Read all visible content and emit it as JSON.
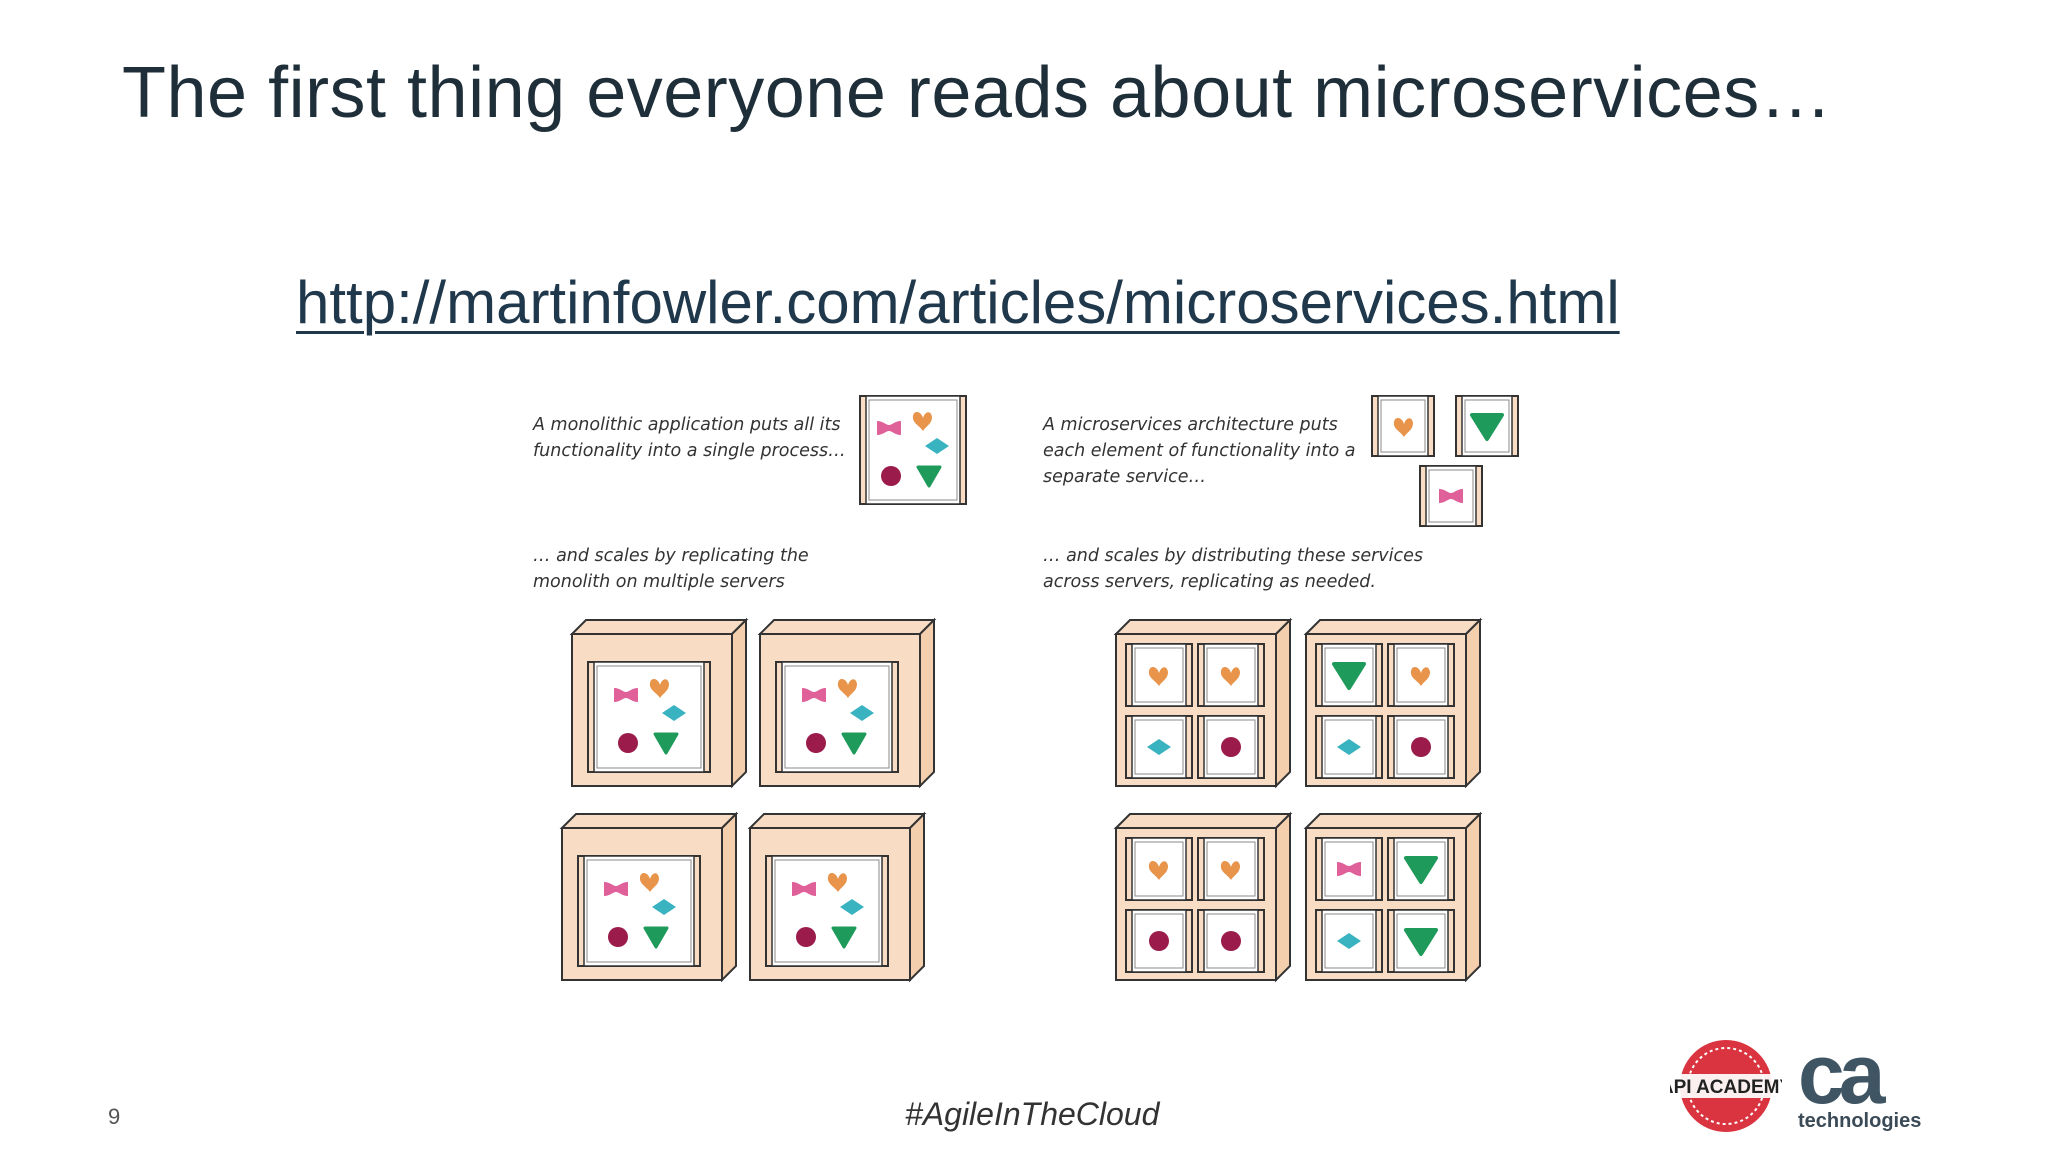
{
  "slide": {
    "title": "The first thing everyone reads about microservices…",
    "url": "http://martinfowler.com/articles/microservices.html",
    "page_number": "9",
    "hashtag": "#AgileInTheCloud"
  },
  "figure": {
    "mono_caption_1": [
      "A monolithic application puts all its",
      "functionality into a single process…"
    ],
    "mono_caption_2": [
      "… and scales by replicating the",
      "monolith on multiple servers"
    ],
    "micro_caption_1": [
      "A microservices architecture puts",
      "each element of functionality into a",
      "separate service…"
    ],
    "micro_caption_2": [
      "… and scales by distributing these services",
      "across servers, replicating as needed."
    ]
  },
  "logos": {
    "api_academy": "API ACADEMY",
    "ca": "ca",
    "ca_sub": "technologies"
  },
  "colors": {
    "title": "#1f2f3a",
    "box_fill": "#f8dcc3",
    "pink": "#e0619a",
    "orange": "#e8944a",
    "teal": "#3ab3c0",
    "maroon": "#9b1b4a",
    "green": "#1e9a5a",
    "api_red": "#d9343f",
    "ca_gray": "#3f5563"
  }
}
